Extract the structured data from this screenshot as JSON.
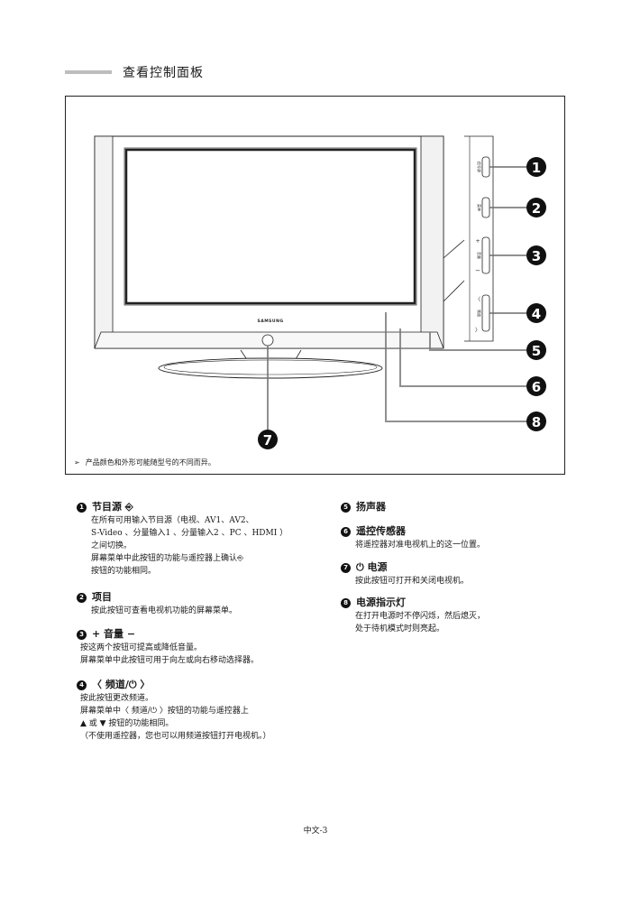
{
  "title": "查看控制面板",
  "diagram": {
    "brand": "SAMSUNG",
    "side_labels": [
      "信号源",
      "菜单",
      "音量",
      "频道"
    ],
    "callouts": [
      "1",
      "2",
      "3",
      "4",
      "5",
      "6",
      "7",
      "8"
    ]
  },
  "note": "产品颜色和外形可能随型号的不同而异。",
  "left_items": [
    {
      "num": "1",
      "head": "节目源 ⎆",
      "lines": [
        "在所有可用输入节目源（电视、AV1、AV2、",
        "S-Video 、分量输入1 、分量输入2 、PC 、HDMI ）",
        "之间切换。",
        "屏幕菜单中此按钮的功能与遥控器上确认⎆",
        "按钮的功能相同。"
      ]
    },
    {
      "num": "2",
      "head": "项目",
      "lines": [
        "按此按钮可查看电视机功能的屏幕菜单。"
      ]
    },
    {
      "num": "3",
      "head": "+ 音量 −",
      "lines": [
        "按这两个按钮可提高或降低音量。",
        "屏幕菜单中此按钮可用于向左或向右移动选择器。"
      ]
    },
    {
      "num": "4",
      "head": "〈 频道/⏻ 〉",
      "lines": [
        "按此按钮更改频道。",
        "屏幕菜单中〈 频道/⏻ 〉按钮的功能与遥控器上",
        "▲ 或 ▼ 按钮的功能相同。",
        "（不使用遥控器，您也可以用频道按钮打开电视机。）"
      ]
    }
  ],
  "right_items": [
    {
      "num": "5",
      "head": "扬声器",
      "lines": []
    },
    {
      "num": "6",
      "head": "遥控传感器",
      "lines": [
        "将遥控器对准电视机上的这一位置。"
      ]
    },
    {
      "num": "7",
      "head": "⏻ 电源",
      "lines": [
        "按此按钮可打开和关闭电视机。"
      ]
    },
    {
      "num": "8",
      "head": "电源指示灯",
      "lines": [
        "在打开电源时不停闪烁，然后熄灭，",
        "处于待机模式时则亮起。"
      ]
    }
  ],
  "footer": "中文-3"
}
